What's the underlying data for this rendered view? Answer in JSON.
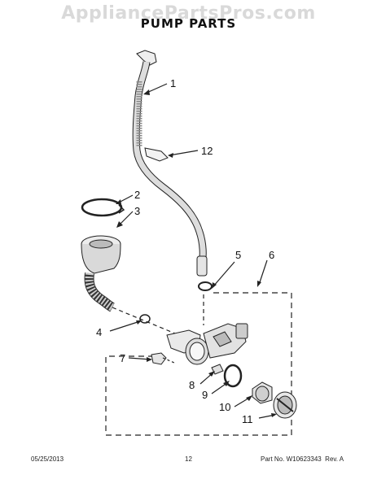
{
  "watermark": "AppliancePartsPros.com",
  "title": "PUMP PARTS",
  "callouts": [
    "1",
    "2",
    "3",
    "4",
    "5",
    "6",
    "7",
    "8",
    "9",
    "10",
    "11",
    "12"
  ],
  "footer": {
    "date": "05/25/2013",
    "page": "12",
    "part_number": "Part No. W10623343",
    "revision": "Rev. A"
  }
}
